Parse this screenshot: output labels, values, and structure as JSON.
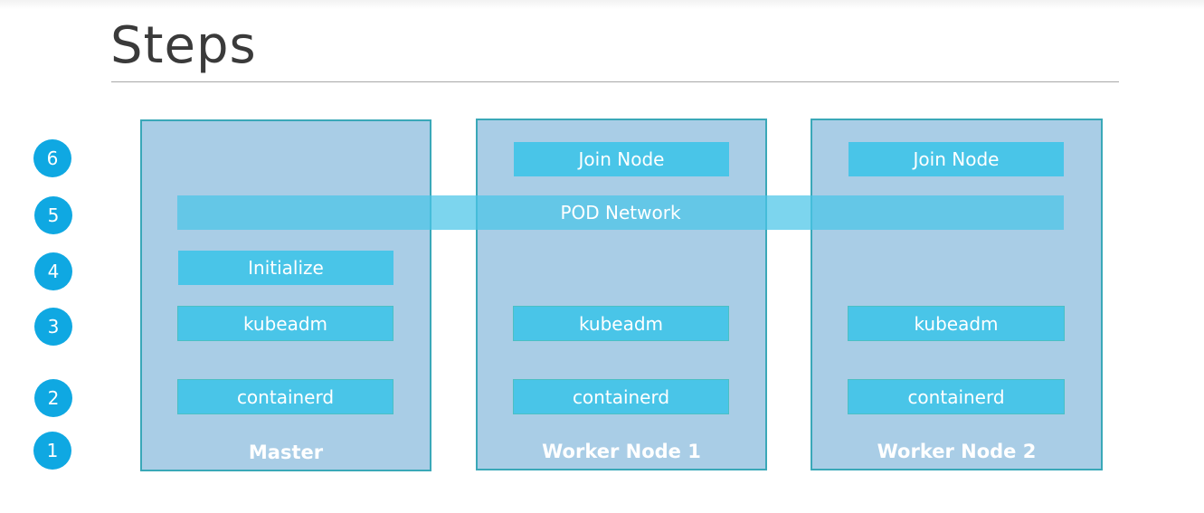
{
  "title": "Steps",
  "steps": [
    "6",
    "5",
    "4",
    "3",
    "2",
    "1"
  ],
  "nodes": {
    "master": {
      "label": "Master",
      "initialize": "Initialize",
      "kubeadm": "kubeadm",
      "containerd": "containerd"
    },
    "worker1": {
      "label": "Worker Node 1",
      "join": "Join Node",
      "kubeadm": "kubeadm",
      "containerd": "containerd"
    },
    "worker2": {
      "label": "Worker Node 2",
      "join": "Join Node",
      "kubeadm": "kubeadm",
      "containerd": "containerd"
    }
  },
  "pod_network": "POD Network",
  "colors": {
    "node_fill": "#a9cde6",
    "node_border": "#3aa8b8",
    "component": "#49c5e8",
    "step_circle": "#0fa8e2"
  }
}
